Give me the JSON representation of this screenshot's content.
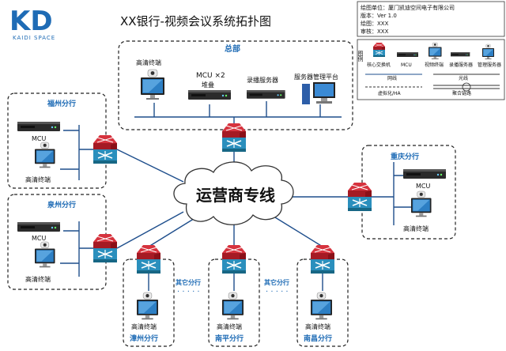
{
  "logo": {
    "letters": "KD",
    "subtitle": "KAIDI SPACE"
  },
  "title": "XX银行-视频会议系统拓扑图",
  "info": {
    "lines": [
      "绘图单位：厦门凯迪空间电子有限公司",
      "版本：Ver 1.0",
      "绘图：XXX",
      "审核：XXX"
    ]
  },
  "legend": {
    "heading": "图例",
    "items": [
      "核心交换机",
      "MCU",
      "视频终端",
      "录播服务器",
      "管理服务器"
    ],
    "line_labels": [
      "网线",
      "光线",
      "虚拟化/HA",
      "聚合链路"
    ]
  },
  "hq": {
    "label": "总部",
    "terminal": "高清终端",
    "mcu": "MCU ×2",
    "mcu_sub": "堆叠",
    "recorder": "录播服务器",
    "mgmt": "服务器管理平台"
  },
  "cloud": {
    "label": "运营商专线"
  },
  "branches": {
    "fuzhou": {
      "name": "福州分行",
      "mcu": "MCU",
      "terminal": "高清终端"
    },
    "quanzhou": {
      "name": "泉州分行",
      "mcu": "MCU",
      "terminal": "高清终端"
    },
    "chongqing": {
      "name": "重庆分行",
      "mcu": "MCU",
      "terminal": "高清终端"
    },
    "zhangzhou": {
      "name": "漳州分行",
      "terminal": "高清终端"
    },
    "nanping": {
      "name": "南平分行",
      "terminal": "高清终端"
    },
    "nanchang": {
      "name": "南昌分行",
      "terminal": "高清终端"
    }
  },
  "others": [
    "其它分行",
    "其它分行"
  ],
  "colors": {
    "blue": "#1e6bb5",
    "switch_red": "#c8202c",
    "switch_blue": "#1b7fa8",
    "line": "#1e4e8c"
  }
}
